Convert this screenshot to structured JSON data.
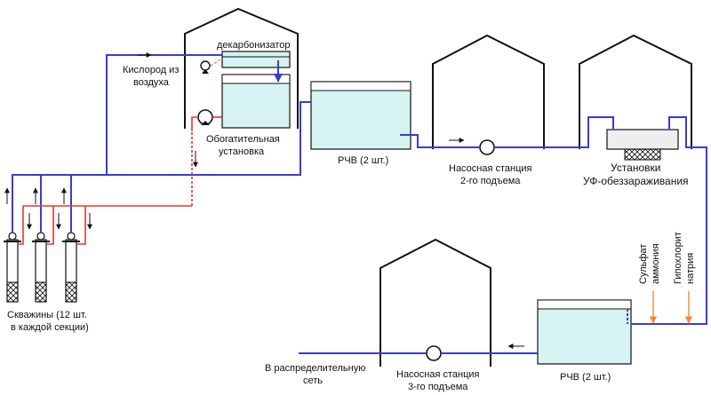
{
  "labels": {
    "decarbonizer": "декарбонизатор",
    "oxygen_line1": "Кислород из",
    "oxygen_line2": "воздуха",
    "enrichment_line1": "Обогатительная",
    "enrichment_line2": "установка",
    "rchv_top": "РЧВ (2 шт.)",
    "pump2_line1": "Насосная станция",
    "pump2_line2": "2-го подъема",
    "uv_line1": "Установки",
    "uv_line2": "УФ-обеззараживания",
    "wells_line1": "Скважины (12 шт.",
    "wells_line2": "в каждой секции)",
    "ammonium_line1": "Сульфат",
    "ammonium_line2": "аммония",
    "hypochlorite_line1": "Гипохлорит",
    "hypochlorite_line2": "натрия",
    "distribution_line1": "В распределительную",
    "distribution_line2": "сеть",
    "pump3_line1": "Насосная станция",
    "pump3_line2": "3-го подъема",
    "rchv_bottom": "РЧВ (2 шт.)"
  },
  "colors": {
    "treated_water": "#3a3ad6",
    "raw_water": "#e23a2a",
    "reagent": "#f08a3a",
    "tank_fill": "#d6f3f1"
  }
}
